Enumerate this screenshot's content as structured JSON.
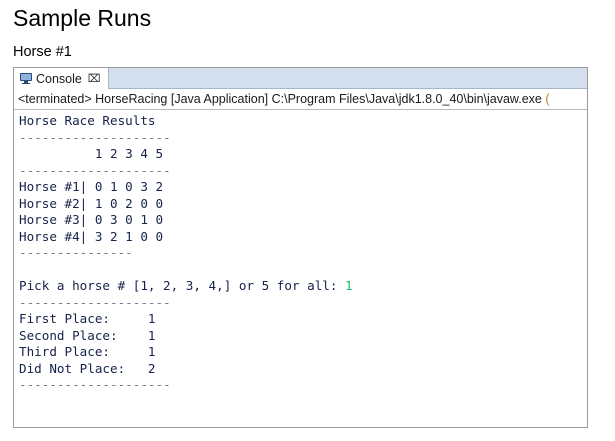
{
  "page": {
    "title": "Sample Runs",
    "subtitle": "Horse #1"
  },
  "console": {
    "tab_label": "Console",
    "close_glyph": "⌧",
    "monitor_icon_name": "console-monitor-icon",
    "launch_line": "<terminated> HorseRacing [Java Application] C:\\Program Files\\Java\\jdk1.8.0_40\\bin\\javaw.exe ",
    "launch_line_cut": "(",
    "output_lines": [
      {
        "text": "Horse Race Results",
        "kind": "plain"
      },
      {
        "text": "--------------------",
        "kind": "dash"
      },
      {
        "text": "          1 2 3 4 5",
        "kind": "plain"
      },
      {
        "text": "--------------------",
        "kind": "dash"
      },
      {
        "text": "Horse #1| 0 1 0 3 2",
        "kind": "plain"
      },
      {
        "text": "Horse #2| 1 0 2 0 0",
        "kind": "plain"
      },
      {
        "text": "Horse #3| 0 3 0 1 0",
        "kind": "plain"
      },
      {
        "text": "Horse #4| 3 2 1 0 0",
        "kind": "plain"
      },
      {
        "text": "---------------",
        "kind": "dash"
      },
      {
        "text": "",
        "kind": "plain"
      },
      {
        "text": "Pick a horse # [1, 2, 3, 4,] or 5 for all: ",
        "kind": "prompt",
        "echo": "1"
      },
      {
        "text": "--------------------",
        "kind": "dash"
      },
      {
        "text": "First Place:     1",
        "kind": "plain"
      },
      {
        "text": "Second Place:    1",
        "kind": "plain"
      },
      {
        "text": "Third Place:     1",
        "kind": "plain"
      },
      {
        "text": "Did Not Place:   2",
        "kind": "plain"
      },
      {
        "text": "--------------------",
        "kind": "dash"
      }
    ]
  },
  "colors": {
    "console_text": "#16224a",
    "dash_text": "#6f7c93",
    "input_echo": "#14b866",
    "tab_bar": "#d4dfed",
    "panel_border": "#9a9a9a",
    "launch_extra": "#c07a1e"
  }
}
